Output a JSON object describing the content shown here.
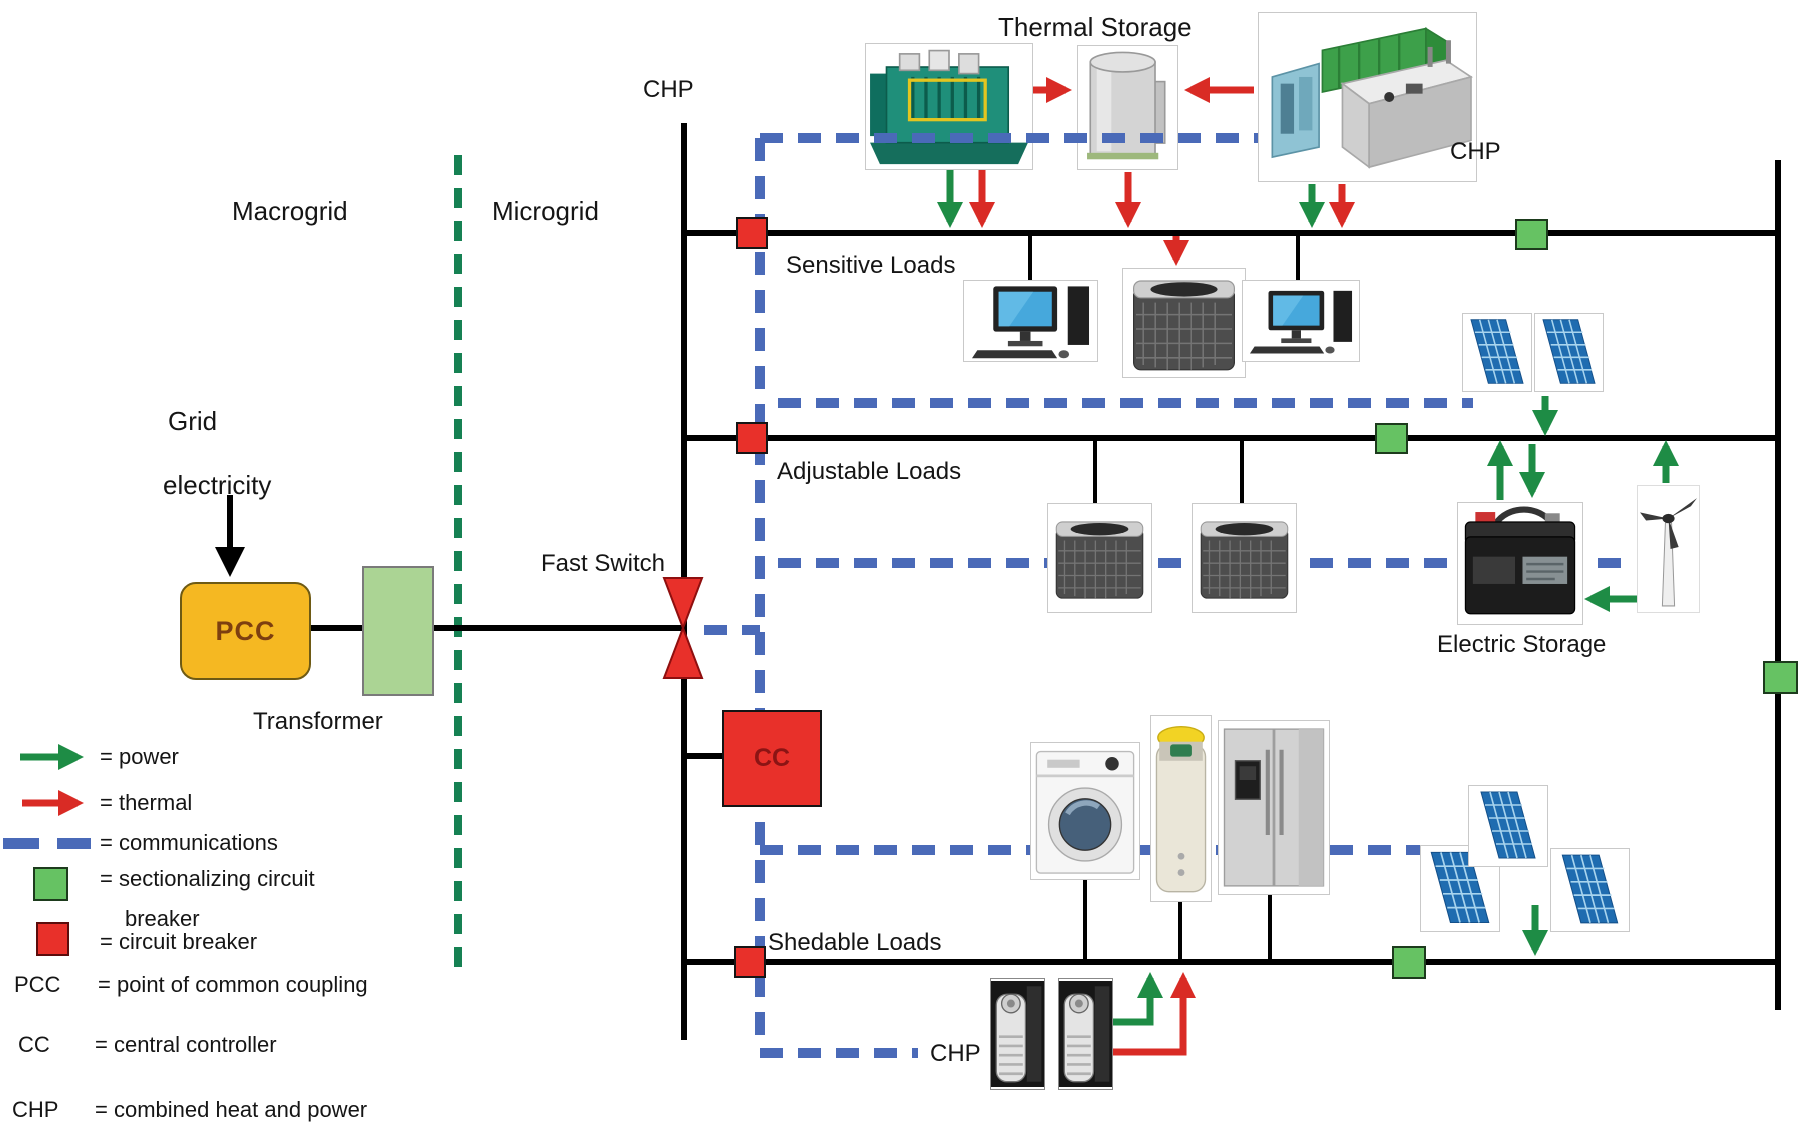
{
  "labels": {
    "macrogrid": "Macrogrid",
    "microgrid": "Microgrid",
    "grid_electricity_1": "Grid",
    "grid_electricity_2": "electricity",
    "pcc": "PCC",
    "transformer": "Transformer",
    "fast_switch": "Fast Switch",
    "cc": "CC",
    "chp_top_left": "CHP",
    "thermal_storage": "Thermal Storage",
    "chp_top_right": "CHP",
    "sensitive_loads": "Sensitive Loads",
    "adjustable_loads": "Adjustable Loads",
    "shedable_loads": "Shedable Loads",
    "electric_storage": "Electric Storage",
    "chp_bottom": "CHP"
  },
  "legend": {
    "power": "= power",
    "thermal": "= thermal",
    "communications": "= communications",
    "sectionalizing_line1": "= sectionalizing circuit",
    "sectionalizing_line2": "breaker",
    "circuit_breaker": "= circuit breaker",
    "pcc_abbr": "PCC",
    "pcc_text": "= point of common coupling",
    "cc_abbr": "CC",
    "cc_text": "= central controller",
    "chp_abbr": "CHP",
    "chp_text": "= combined heat and power"
  },
  "device_images": [
    "chp-engine",
    "thermal-storage-tank",
    "chp-container-unit",
    "desktop-computer",
    "air-conditioner",
    "solar-panels",
    "battery",
    "wind-turbine",
    "washing-machine",
    "water-heater",
    "refrigerator",
    "chp-boiler"
  ],
  "colors": {
    "bus": "#000000",
    "communications": "#4a6ab8",
    "power": "#1e8c45",
    "thermal": "#d92b25",
    "divider": "#168153",
    "breaker_red": "#e8302a",
    "sectionalizing": "#66c263",
    "pcc_fill": "#f5b822",
    "pcc_text": "#7d3f10",
    "transformer_fill": "#abd494",
    "cc_fill": "#e8302a",
    "cc_text": "#8b1414"
  }
}
